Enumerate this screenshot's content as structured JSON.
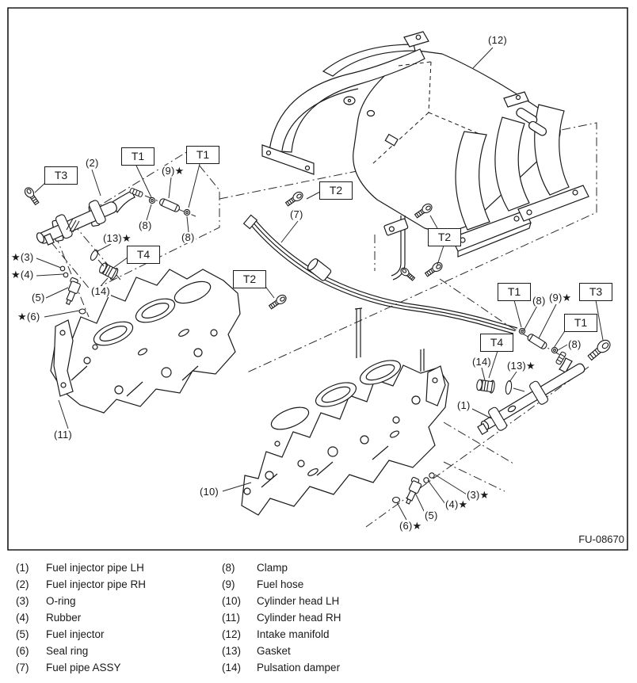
{
  "figure": {
    "code": "FU-08670"
  },
  "callouts": {
    "n1": "(1)",
    "n2": "(2)",
    "n5": "(5)",
    "n7": "(7)",
    "n8": "(8)",
    "n10": "(10)",
    "n11": "(11)",
    "n12": "(12)",
    "n14": "(14)",
    "n9_star": "(9)★",
    "n13_star": "(13)★",
    "star3": "★(3)",
    "star4": "★(4)",
    "star6": "★(6)",
    "n3_star": "(3)★",
    "n4_star": "(4)★",
    "n6_star": "(6)★",
    "t1": "T1",
    "t2": "T2",
    "t3": "T3",
    "t4": "T4"
  },
  "legend": {
    "left": [
      {
        "num": "(1)",
        "label": "Fuel injector pipe LH"
      },
      {
        "num": "(2)",
        "label": "Fuel injector pipe RH"
      },
      {
        "num": "(3)",
        "label": "O-ring"
      },
      {
        "num": "(4)",
        "label": "Rubber"
      },
      {
        "num": "(5)",
        "label": "Fuel injector"
      },
      {
        "num": "(6)",
        "label": "Seal ring"
      },
      {
        "num": "(7)",
        "label": "Fuel pipe ASSY"
      }
    ],
    "right": [
      {
        "num": "(8)",
        "label": "Clamp"
      },
      {
        "num": "(9)",
        "label": "Fuel hose"
      },
      {
        "num": "(10)",
        "label": "Cylinder head LH"
      },
      {
        "num": "(11)",
        "label": "Cylinder head RH"
      },
      {
        "num": "(12)",
        "label": "Intake manifold"
      },
      {
        "num": "(13)",
        "label": "Gasket"
      },
      {
        "num": "(14)",
        "label": "Pulsation damper"
      }
    ]
  }
}
